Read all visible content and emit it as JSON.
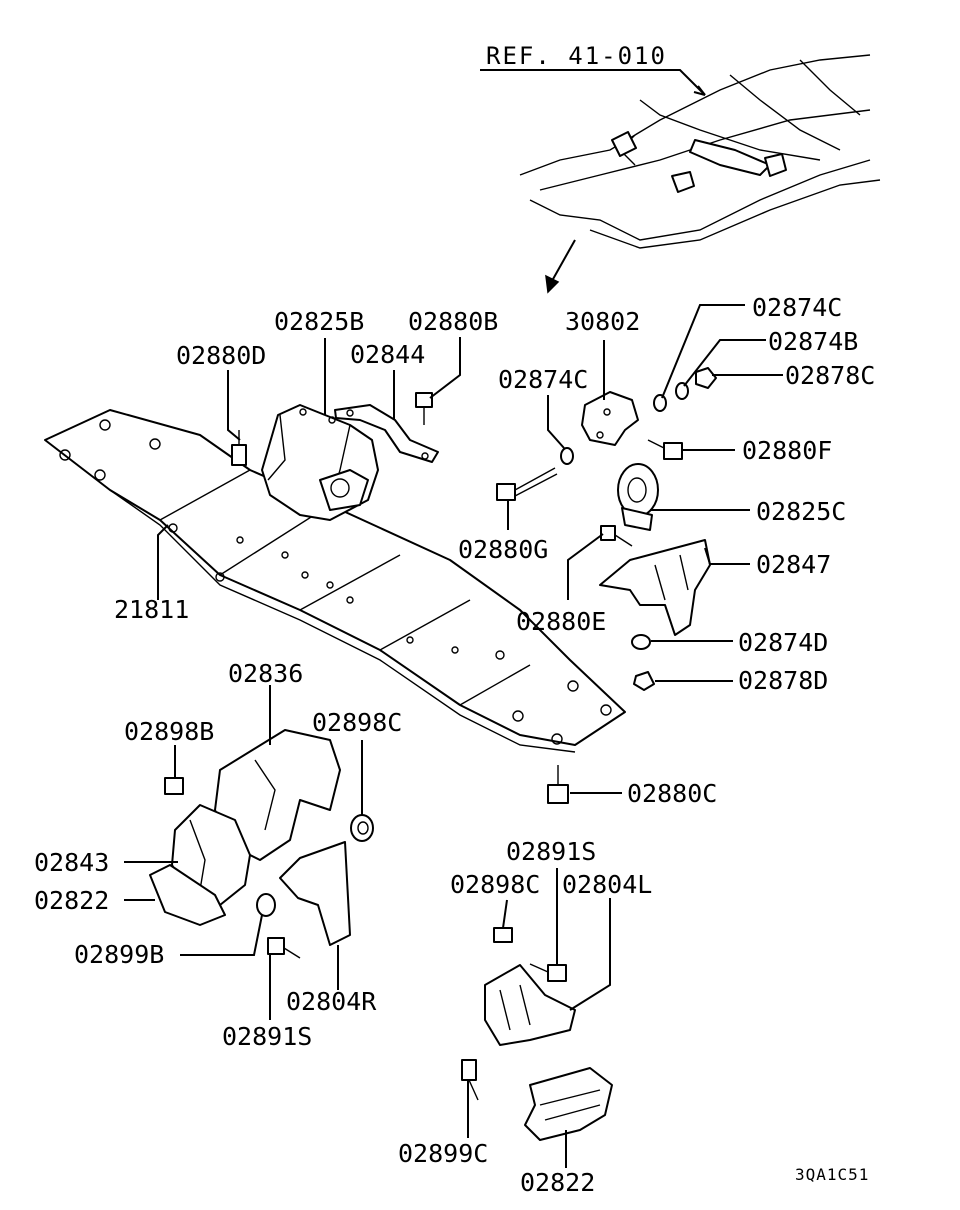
{
  "diagram": {
    "reference": "REF. 41-010",
    "diagram_code": "3QA1C51",
    "labels": {
      "l_02880D": "02880D",
      "l_02825B": "02825B",
      "l_02844": "02844",
      "l_02880B": "02880B",
      "l_30802": "30802",
      "l_02874C_top": "02874C",
      "l_02874B": "02874B",
      "l_02878C": "02878C",
      "l_02874C_left": "02874C",
      "l_02880F": "02880F",
      "l_02825C": "02825C",
      "l_02880G": "02880G",
      "l_02847": "02847",
      "l_02880E": "02880E",
      "l_02874D": "02874D",
      "l_02878D": "02878D",
      "l_21811": "21811",
      "l_02836": "02836",
      "l_02898B": "02898B",
      "l_02898C_left": "02898C",
      "l_02880C": "02880C",
      "l_02843": "02843",
      "l_02822_left": "02822",
      "l_02899B": "02899B",
      "l_02804R": "02804R",
      "l_02891S_left": "02891S",
      "l_02891S_right": "02891S",
      "l_02898C_right": "02898C",
      "l_02804L": "02804L",
      "l_02899C": "02899C",
      "l_02822_bottom": "02822"
    }
  }
}
